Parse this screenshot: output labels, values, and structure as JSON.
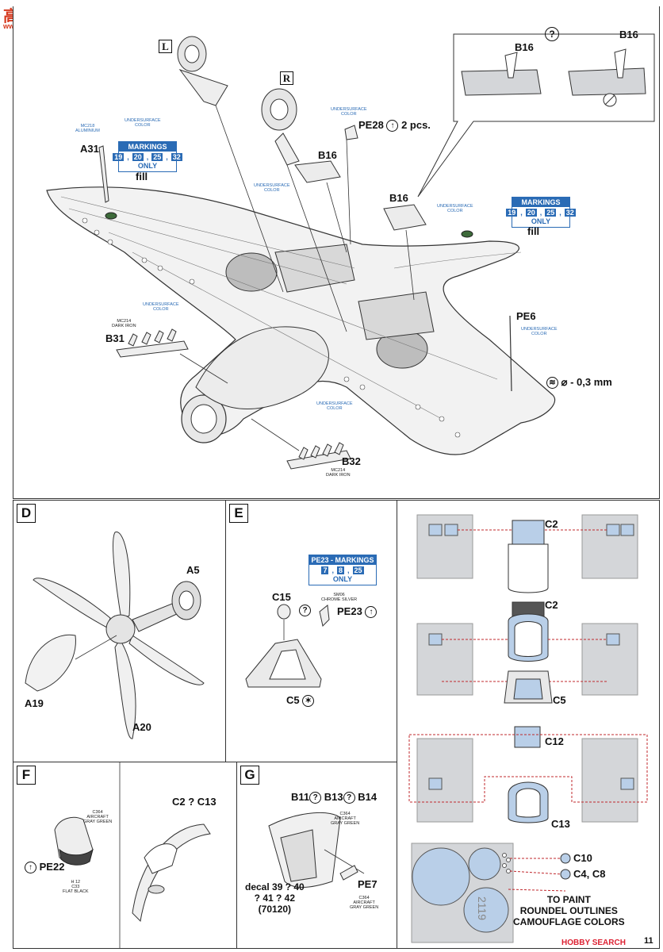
{
  "watermark": {
    "top_brand": "高手网",
    "top_url": "www.shou.com",
    "bottom_brand": "HOBBY SEARCH"
  },
  "page_number": "11",
  "top": {
    "labels": {
      "L": "L",
      "R": "R",
      "A31": "A31",
      "B16_a": "B16",
      "B16_b": "B16",
      "B16_c": "B16",
      "B16_d": "B16",
      "PE28": "PE28",
      "two_pcs": "2 pcs.",
      "PE6": "PE6",
      "B31": "B31",
      "B32": "B32",
      "fill_a": "fill",
      "fill_b": "fill",
      "drill": "⌀ - 0,3 mm"
    },
    "markings": {
      "title": "MARKINGS",
      "nums": [
        "19",
        "20",
        "25",
        "32"
      ],
      "only": "ONLY"
    },
    "paint": {
      "aluminium": "MC218\nALUMINIUM",
      "undersurface": "UNDERSURFACE\nCOLOR",
      "dark_iron": "MC214\nDARK IRON"
    }
  },
  "D": {
    "letter": "D",
    "A5": "A5",
    "A19": "A19",
    "A20": "A20"
  },
  "E": {
    "letter": "E",
    "C15": "C15",
    "C5": "C5",
    "PE23": "PE23",
    "markings": {
      "title": "PE23 - MARKINGS",
      "nums": [
        "7",
        "8",
        "25"
      ],
      "only": "ONLY"
    },
    "paint": "SM06\nCHROME SILVER"
  },
  "F": {
    "letter": "F",
    "C2C13": "C2 ? C13",
    "PE22": "PE22",
    "paint_a": "C364\nAIRCRAFT\nGRAY GREEN",
    "paint_b": "H 12\nC33\nFLAT BLACK"
  },
  "G": {
    "letter": "G",
    "B11": "B11",
    "B13": "B13",
    "B14": "B14",
    "PE7": "PE7",
    "decal": "decal 39 ? 40\n? 41 ? 42\n(70120)",
    "paint_a": "C364\nAIRCRAFT\nGRAY GREEN",
    "paint_b": "C364\nAIRCRAFT\nGRAY GREEN"
  },
  "masks": {
    "C2_a": "C2",
    "C2_b": "C2",
    "C5": "C5",
    "C12": "C12",
    "C13": "C13",
    "C10": "C10",
    "C4C8": "C4, C8",
    "sheet_number": "2119",
    "note": "TO PAINT\nROUNDEL OUTLINES\nCAMOUFLAGE COLORS"
  },
  "colors": {
    "blue": "#2a6bb5",
    "mask_fill": "#b9cfe8",
    "dash_red": "#c0282d",
    "sheet_gray": "#d4d6d9",
    "green_dot": "#3d6a3a"
  }
}
